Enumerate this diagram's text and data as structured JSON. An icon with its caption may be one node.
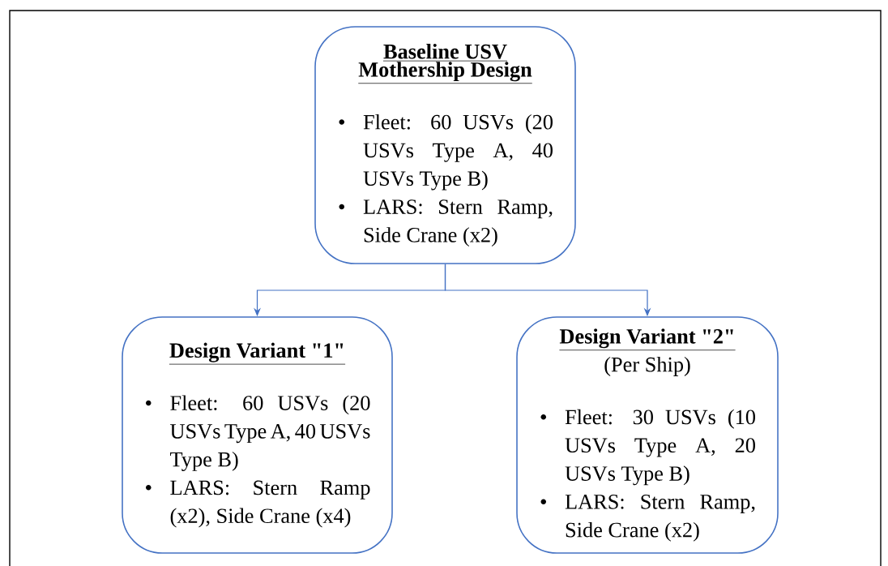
{
  "diagram": {
    "nodes": [
      {
        "text": [
          "Baseline USV Mothership Design",
          "Fleet: 60 USVs (20 USVs Type A, 40 USVs Type B)",
          "LARS: Stern Ramp, Side Crane (x2)"
        ]
      },
      {
        "text": [
          "Design Variant \"1\"",
          "Fleet: 60 USVs (20 USVs Type A, 40 USVs Type B)",
          "LARS: Stern Ramp (x2), Side Crane (x4)"
        ]
      },
      {
        "text": [
          "Design Variant \"2\"",
          "(Per Ship)",
          "Fleet: 30 USVs (10 USVs Type A, 20 USVs Type B)",
          "LARS: Stern Ramp, Side Crane (x2)"
        ]
      }
    ],
    "edges": [
      {
        "from": 0,
        "to": 1,
        "arrow": "to"
      },
      {
        "from": 0,
        "to": 2,
        "arrow": "to"
      }
    ]
  }
}
